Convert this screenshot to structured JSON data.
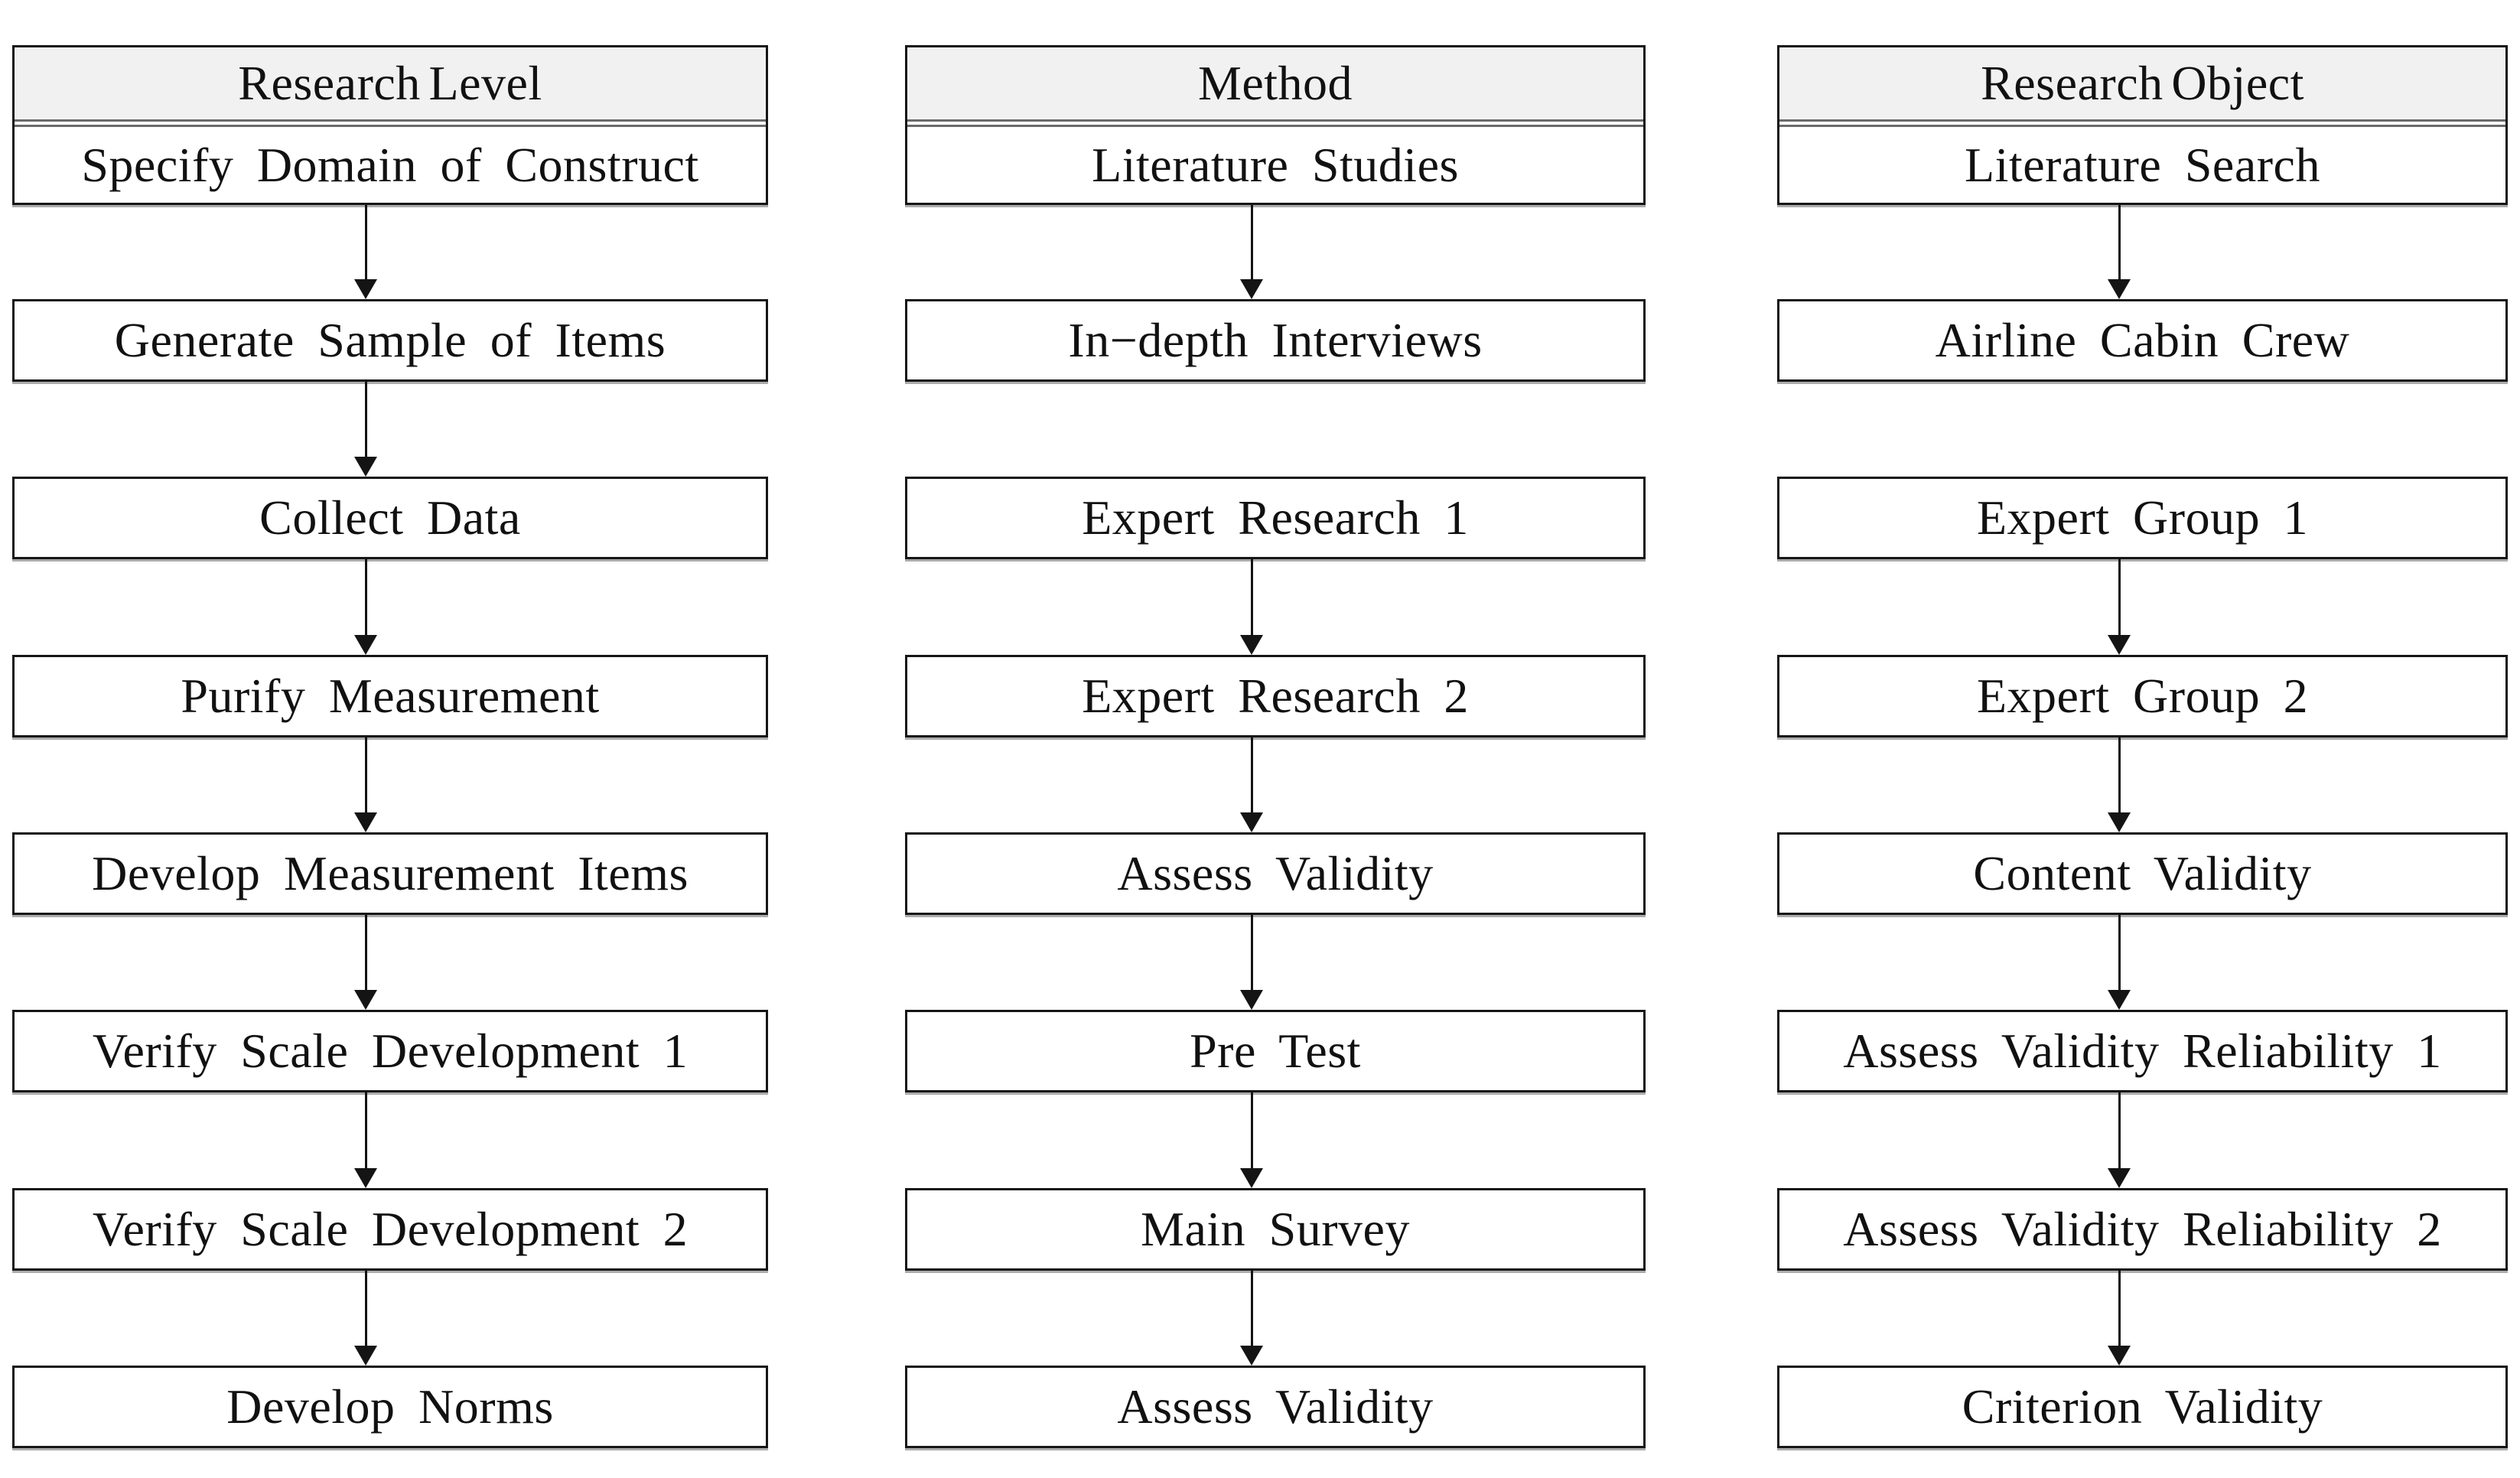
{
  "diagram": {
    "columns": [
      {
        "header": "Research Level",
        "boxes": [
          "Specify Domain of Construct",
          "Generate Sample of Items",
          "Collect Data",
          "Purify Measurement",
          "Develop Measurement Items",
          "Verify Scale Development 1",
          "Verify Scale Development 2",
          "Develop Norms"
        ],
        "arrows_after": [
          true,
          true,
          true,
          true,
          true,
          true,
          true,
          false
        ]
      },
      {
        "header": "Method",
        "boxes": [
          "Literature Studies",
          "In−depth Interviews",
          "Expert Research 1",
          "Expert Research 2",
          "Assess Validity",
          "Pre Test",
          "Main Survey",
          "Assess Validity"
        ],
        "arrows_after": [
          true,
          false,
          true,
          true,
          true,
          true,
          true,
          false
        ]
      },
      {
        "header": "Research Object",
        "boxes": [
          "Literature Search",
          "Airline Cabin Crew",
          "Expert Group 1",
          "Expert Group 2",
          "Content Validity",
          "Assess Validity Reliability 1",
          "Assess Validity Reliability 2",
          "Criterion Validity"
        ],
        "arrows_after": [
          true,
          false,
          true,
          true,
          true,
          true,
          true,
          false
        ]
      }
    ],
    "colors": {
      "background": "#ffffff",
      "header_bg": "#f1f1f1",
      "border": "#161616",
      "separator": "#6a6a6a",
      "text": "#111111"
    }
  }
}
